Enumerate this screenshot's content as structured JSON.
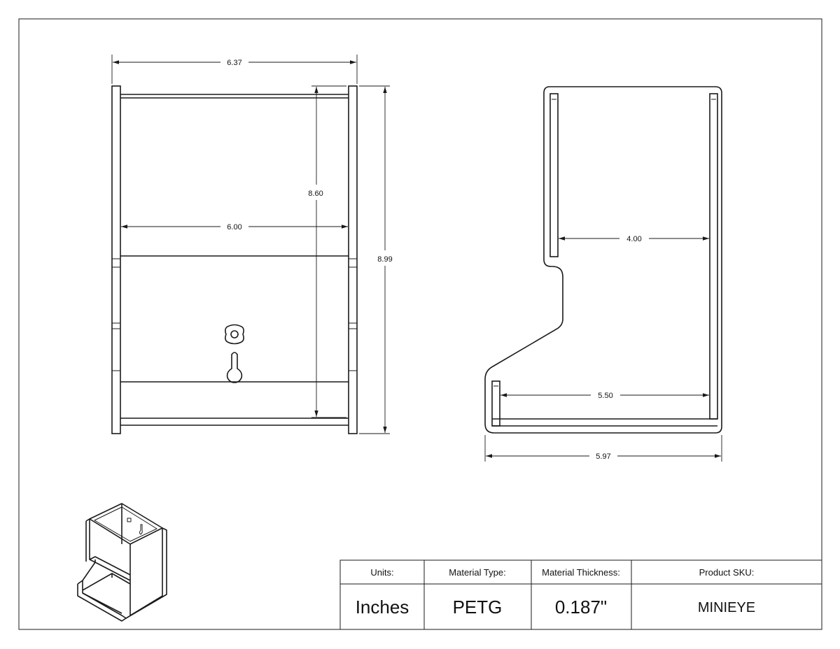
{
  "dimensions": {
    "front_width_outer": "6.37",
    "front_width_inner": "6.00",
    "front_height_inner": "8.60",
    "front_height_outer": "8.99",
    "side_inner_top": "4.00",
    "side_inner_bottom": "5.50",
    "side_overall_width": "5.97"
  },
  "title_block": {
    "headers": [
      "Units:",
      "Material Type:",
      "Material Thickness:",
      "Product SKU:"
    ],
    "values": [
      "Inches",
      "PETG",
      "0.187\"",
      "MINIEYE"
    ]
  }
}
